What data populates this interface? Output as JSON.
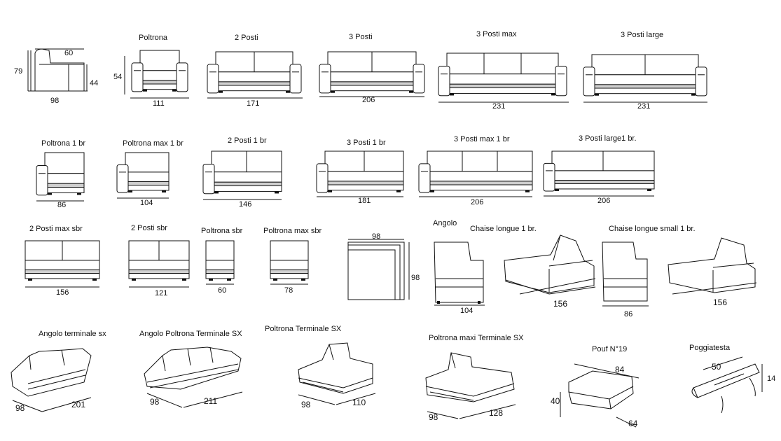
{
  "row1": {
    "side_view": {
      "h_back": "79",
      "depth_top": "60",
      "seat_h": "44",
      "depth": "98"
    },
    "items": [
      {
        "name": "Poltrona",
        "height": "54",
        "width": "111"
      },
      {
        "name": "2 Posti",
        "width": "171"
      },
      {
        "name": "3 Posti",
        "width": "206"
      },
      {
        "name": "3 Posti max",
        "width": "231"
      },
      {
        "name": "3 Posti large",
        "width": "231"
      }
    ]
  },
  "row2": {
    "items": [
      {
        "name": "Poltrona 1 br",
        "width": "86"
      },
      {
        "name": "Poltrona  max 1 br",
        "width": "104"
      },
      {
        "name": "2 Posti 1 br",
        "width": "146"
      },
      {
        "name": "3 Posti  1 br",
        "width": "181"
      },
      {
        "name": "3 Posti max  1 br",
        "width": "206"
      },
      {
        "name": "3 Posti large1 br.",
        "width": "206"
      }
    ]
  },
  "row3": {
    "items": [
      {
        "name": "2 Posti  max sbr",
        "width": "156"
      },
      {
        "name": "2 Posti sbr",
        "width": "121"
      },
      {
        "name": "Poltrona sbr",
        "width": "60"
      },
      {
        "name": "Poltrona max sbr",
        "width": "78"
      }
    ],
    "corner": {
      "top": "98",
      "side": "98"
    },
    "angolo": {
      "name": "Angolo",
      "width": "104"
    },
    "chaise": {
      "name": "Chaise longue 1 br.",
      "width": "156"
    },
    "chaise_small": {
      "name": "Chaise longue  small 1 br.",
      "width": "86",
      "width2": "156"
    }
  },
  "row4": {
    "items": [
      {
        "name": "Angolo  terminale sx",
        "depth": "98",
        "width": "201"
      },
      {
        "name": "Angolo  Poltrona Terminale SX",
        "depth": "98",
        "width": "211"
      },
      {
        "name": "Poltrona Terminale SX",
        "depth": "98",
        "width": "110"
      },
      {
        "name": "Poltrona  maxi Terminale SX",
        "depth": "98",
        "width": "128"
      }
    ],
    "pouf": {
      "name": "Pouf N°19",
      "width": "84",
      "height": "40",
      "depth": "64"
    },
    "headrest": {
      "name": "Poggiatesta",
      "width": "50",
      "height": "14"
    }
  }
}
